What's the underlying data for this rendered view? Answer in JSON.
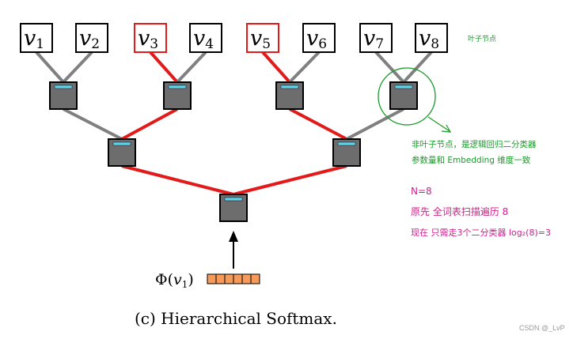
{
  "leaves": [
    {
      "name": "v",
      "sub": "1",
      "highlight": false
    },
    {
      "name": "v",
      "sub": "2",
      "highlight": false
    },
    {
      "name": "v",
      "sub": "3",
      "highlight": true
    },
    {
      "name": "v",
      "sub": "4",
      "highlight": false
    },
    {
      "name": "v",
      "sub": "5",
      "highlight": true
    },
    {
      "name": "v",
      "sub": "6",
      "highlight": false
    },
    {
      "name": "v",
      "sub": "7",
      "highlight": false
    },
    {
      "name": "v",
      "sub": "8",
      "highlight": false
    }
  ],
  "input": {
    "phi": "Φ(",
    "var": "v",
    "sub": "1",
    "close": ")"
  },
  "caption": "(c) Hierarchical Softmax.",
  "annotations": {
    "leaf_node": "叶子节点",
    "nonleaf_line1": "非叶子节点，是逻辑回归二分类器",
    "nonleaf_line2": "参数量和 Embedding 维度一致",
    "n": "N=8",
    "before": "原先 全词表扫描遍历  8",
    "now": "现在 只需走3个二分类器  log₂(8)=3"
  },
  "watermark": "CSDN @_LvP",
  "colors": {
    "path_red": "#e21a1a",
    "edge_gray": "#808080",
    "node_fill": "#6d6d6d",
    "node_stripe": "#5fd6e6",
    "input_fill": "#f59a5a",
    "green": "#1a9a2a",
    "pink": "#cc1f8a"
  }
}
